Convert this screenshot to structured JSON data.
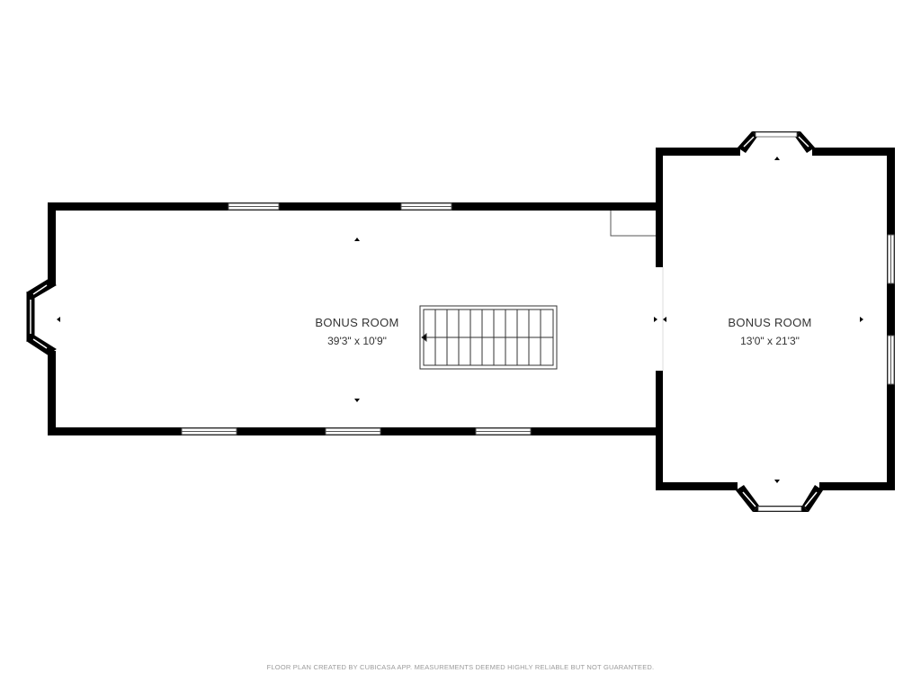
{
  "plan": {
    "rooms": [
      {
        "id": "left",
        "name": "BONUS ROOM",
        "dims": "39'3\" x 10'9\""
      },
      {
        "id": "right",
        "name": "BONUS ROOM",
        "dims": "13'0\" x 21'3\""
      }
    ],
    "colors": {
      "wall": "#000000",
      "window_fill": "#ffffff",
      "window_line": "#555555",
      "stair_line": "#333333"
    }
  },
  "footer": {
    "text": "FLOOR PLAN CREATED BY CUBICASA APP. MEASUREMENTS DEEMED HIGHLY RELIABLE BUT NOT GUARANTEED."
  }
}
